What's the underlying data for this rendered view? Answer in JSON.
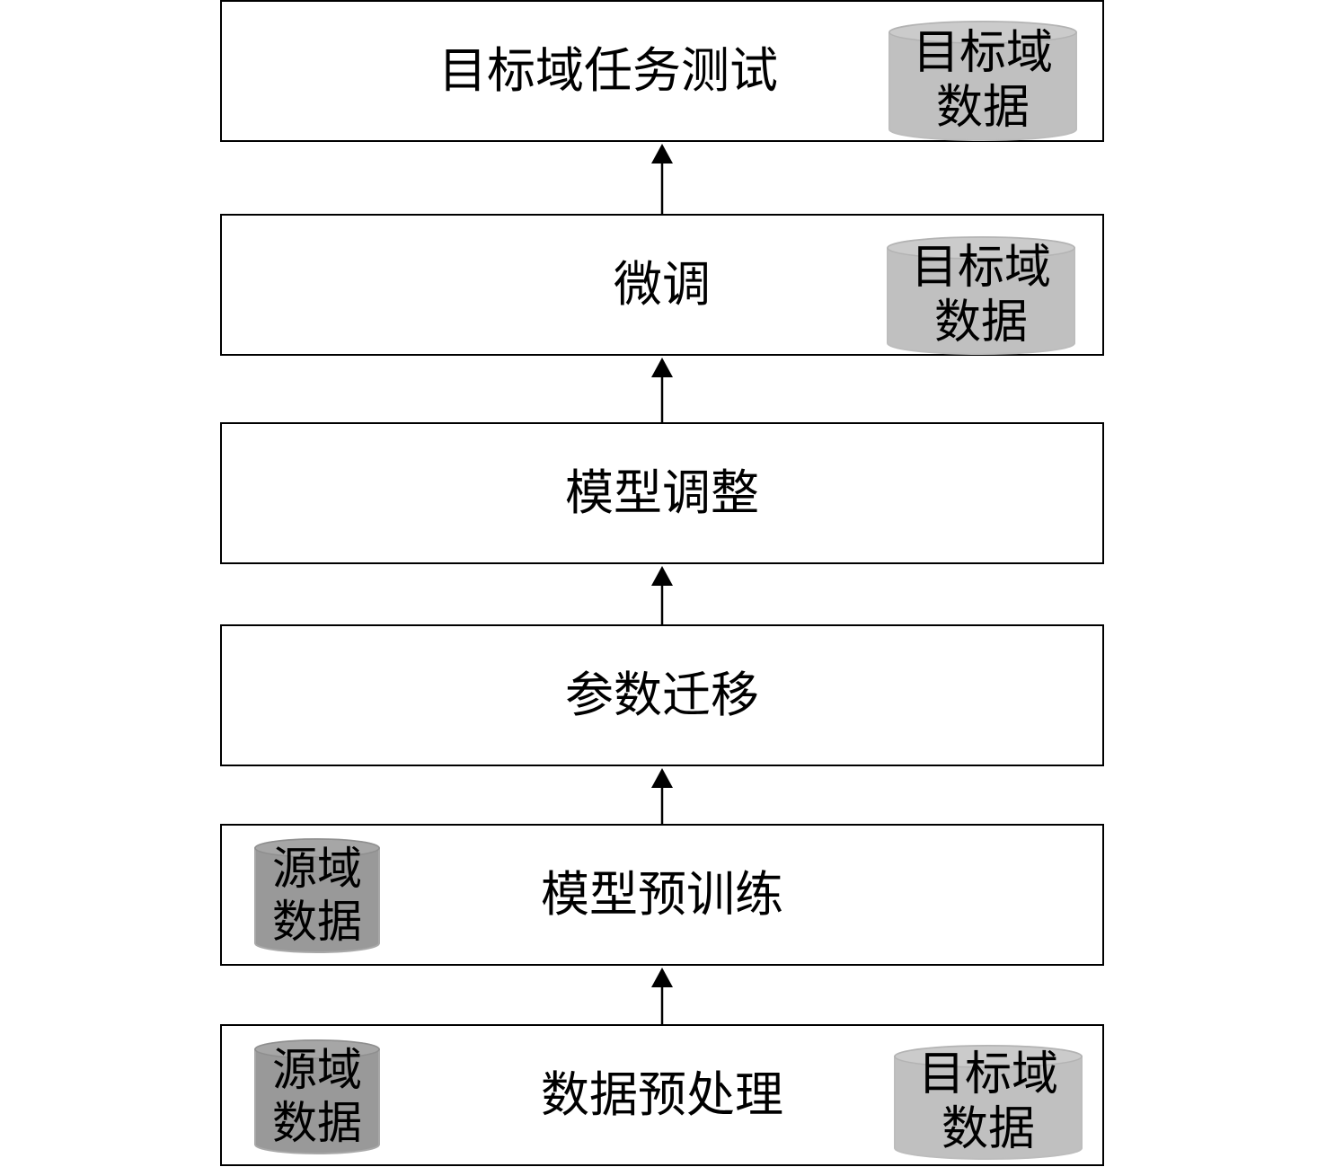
{
  "steps": [
    {
      "label": "目标域任务测试"
    },
    {
      "label": "微调"
    },
    {
      "label": "模型调整"
    },
    {
      "label": "参数迁移"
    },
    {
      "label": "模型预训练"
    },
    {
      "label": "数据预处理"
    }
  ],
  "databases": {
    "target": {
      "line1": "目标域",
      "line2": "数据",
      "color": "#c0c0c0"
    },
    "source": {
      "line1": "源域",
      "line2": "数据",
      "color": "#999999"
    }
  }
}
